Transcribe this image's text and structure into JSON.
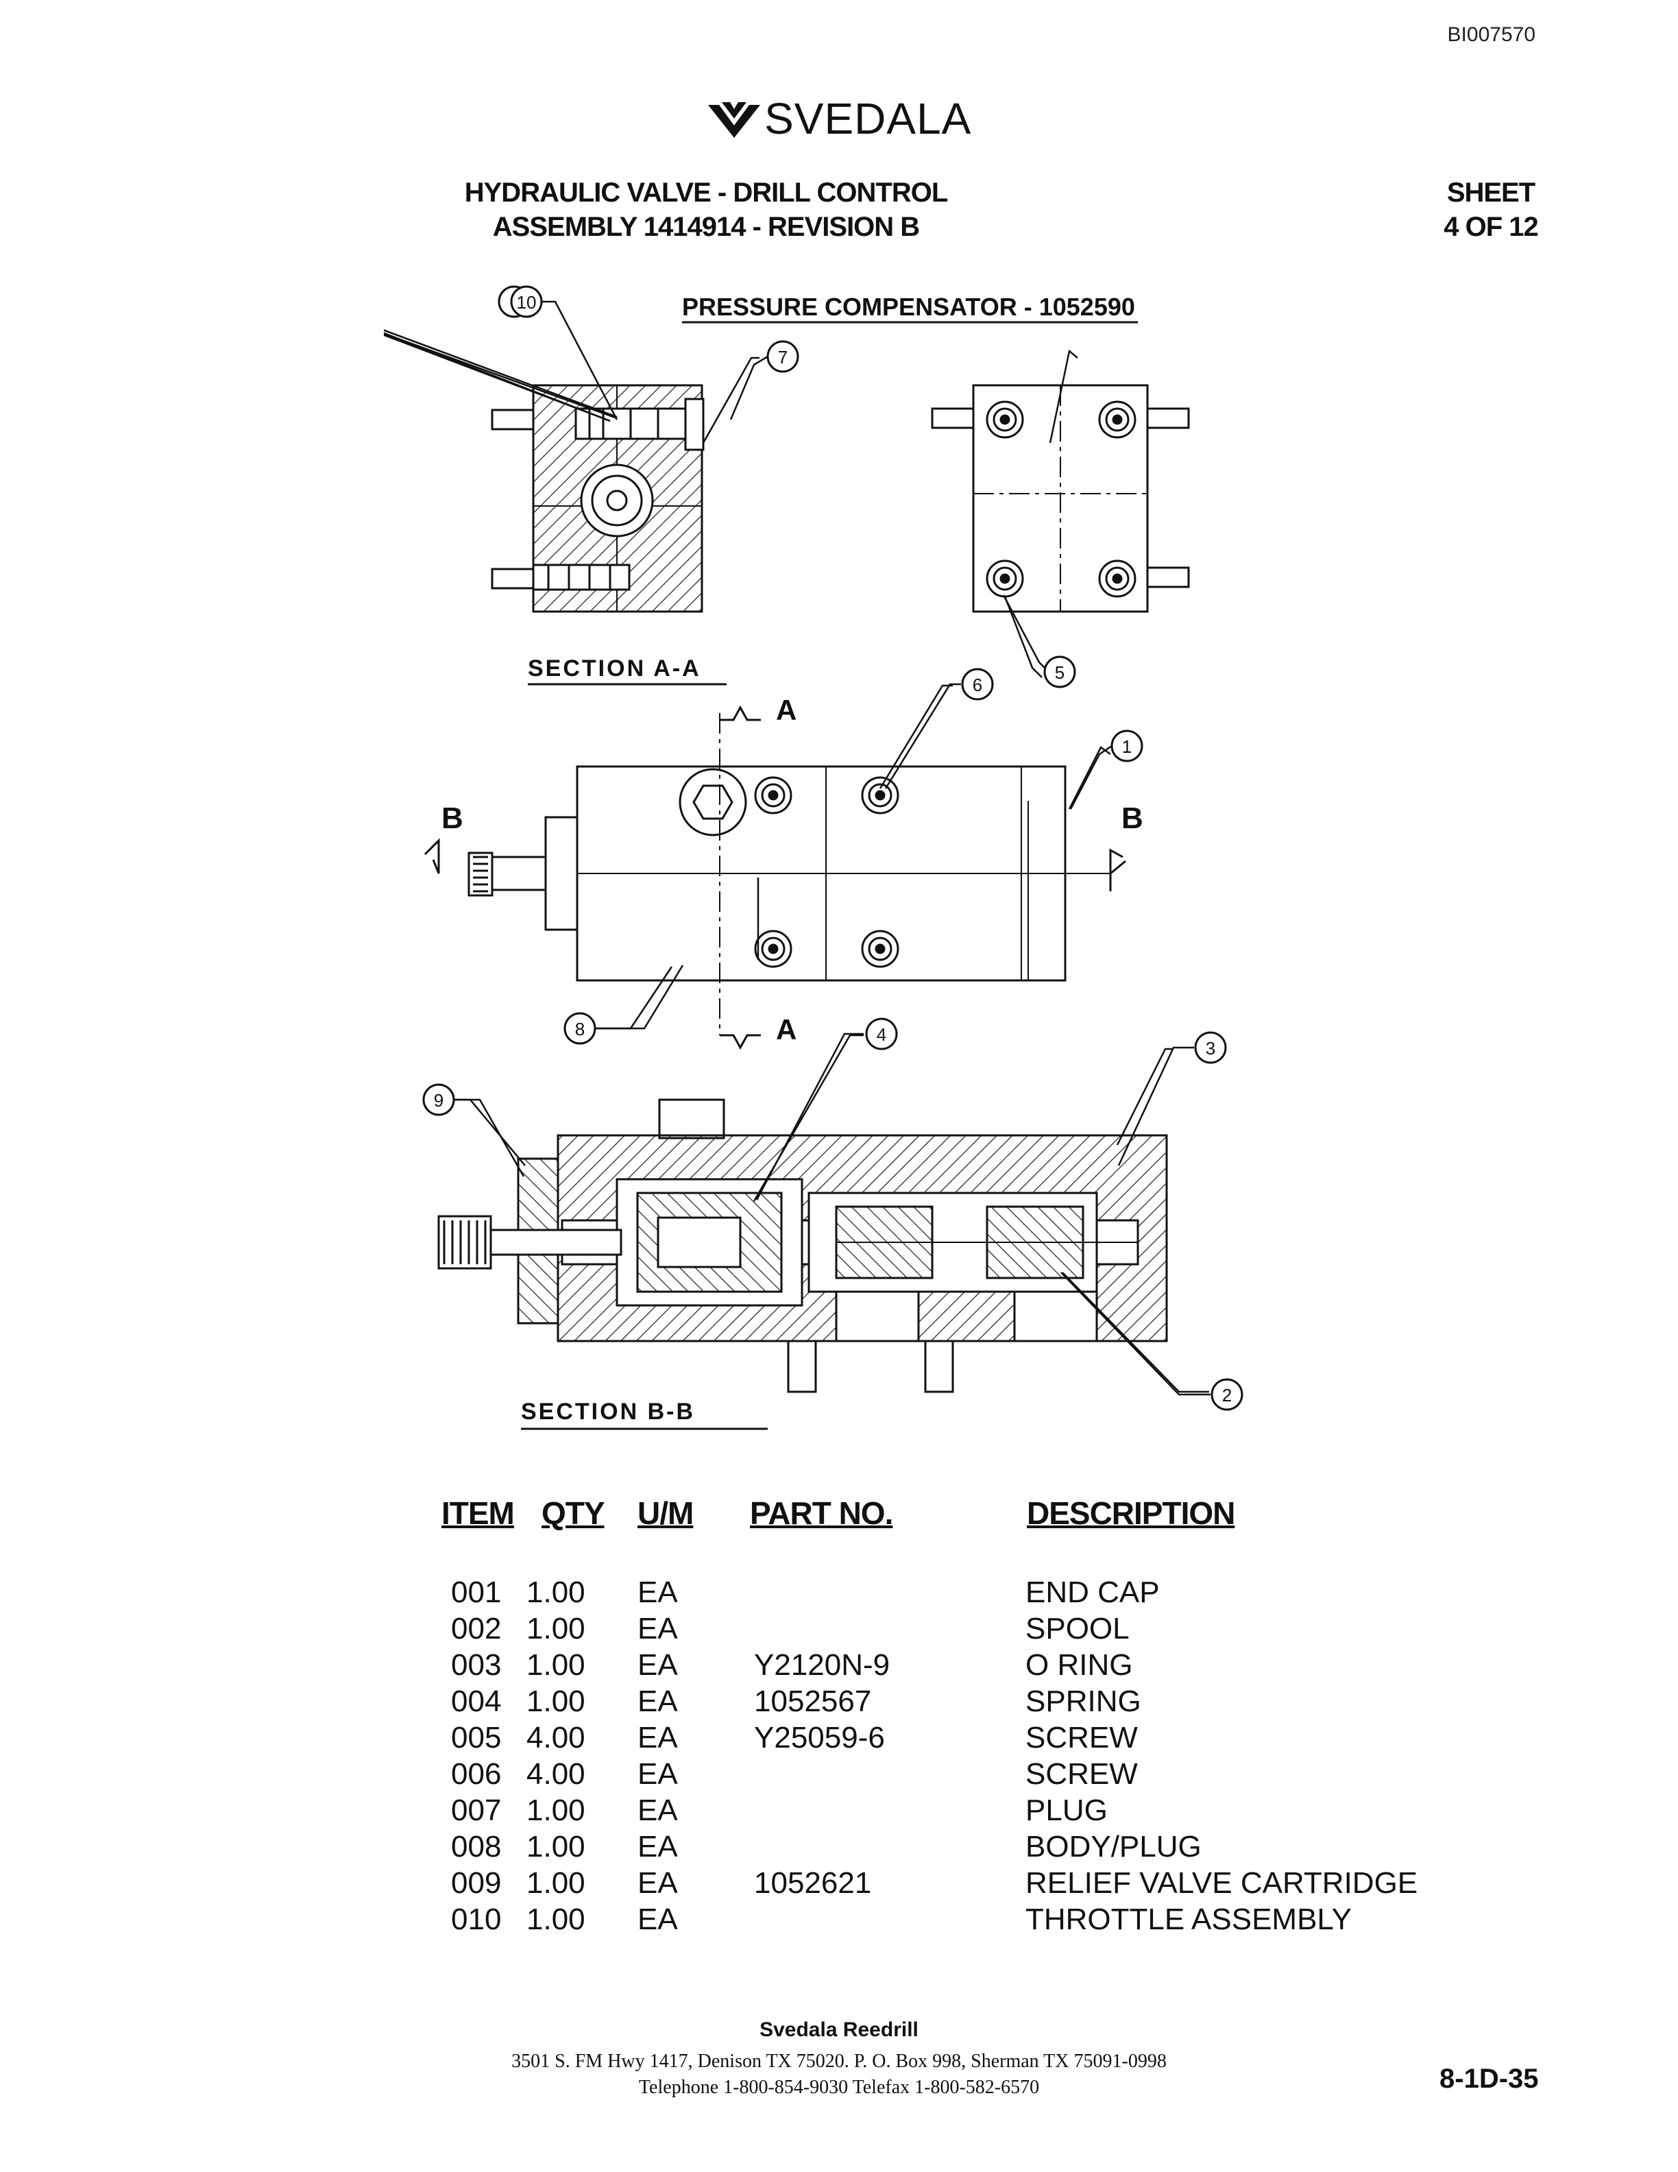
{
  "doc_id": "BI007570",
  "logo": {
    "text": "SVEDALA",
    "icon": "svedala-chevron-logo"
  },
  "title": {
    "line1": "HYDRAULIC VALVE - DRILL CONTROL",
    "line2": "ASSEMBLY 1414914 - REVISION B"
  },
  "sheet": {
    "label": "SHEET",
    "value": "4 OF 12"
  },
  "drawing": {
    "heading": "PRESSURE COMPENSATOR - 1052590",
    "section_aa": "SECTION A-A",
    "section_bb": "SECTION B-B",
    "cut_a": "A",
    "cut_b": "B",
    "balloons": [
      "1",
      "2",
      "3",
      "4",
      "5",
      "6",
      "7",
      "8",
      "9",
      "10"
    ]
  },
  "parts_table": {
    "headers": {
      "item": "ITEM",
      "qty": "QTY",
      "um": "U/M",
      "part_no": "PART NO.",
      "description": "DESCRIPTION"
    },
    "rows": [
      {
        "item": "001",
        "qty": "1.00",
        "um": "EA",
        "part_no": "",
        "description": "END CAP"
      },
      {
        "item": "002",
        "qty": "1.00",
        "um": "EA",
        "part_no": "",
        "description": "SPOOL"
      },
      {
        "item": "003",
        "qty": "1.00",
        "um": "EA",
        "part_no": "Y2120N-9",
        "description": "O RING"
      },
      {
        "item": "004",
        "qty": "1.00",
        "um": "EA",
        "part_no": "1052567",
        "description": "SPRING"
      },
      {
        "item": "005",
        "qty": "4.00",
        "um": "EA",
        "part_no": "Y25059-6",
        "description": "SCREW"
      },
      {
        "item": "006",
        "qty": "4.00",
        "um": "EA",
        "part_no": "",
        "description": "SCREW"
      },
      {
        "item": "007",
        "qty": "1.00",
        "um": "EA",
        "part_no": "",
        "description": "PLUG"
      },
      {
        "item": "008",
        "qty": "1.00",
        "um": "EA",
        "part_no": "",
        "description": "BODY/PLUG"
      },
      {
        "item": "009",
        "qty": "1.00",
        "um": "EA",
        "part_no": "1052621",
        "description": "RELIEF VALVE CARTRIDGE"
      },
      {
        "item": "010",
        "qty": "1.00",
        "um": "EA",
        "part_no": "",
        "description": "THROTTLE ASSEMBLY"
      }
    ]
  },
  "footer": {
    "company": "Svedala Reedrill",
    "address": "3501 S. FM Hwy 1417, Denison TX 75020.   P. O. Box 998, Sherman TX 75091-0998",
    "phone": "Telephone 1-800-854-9030 Telefax 1-800-582-6570"
  },
  "page_number": "8-1D-35"
}
